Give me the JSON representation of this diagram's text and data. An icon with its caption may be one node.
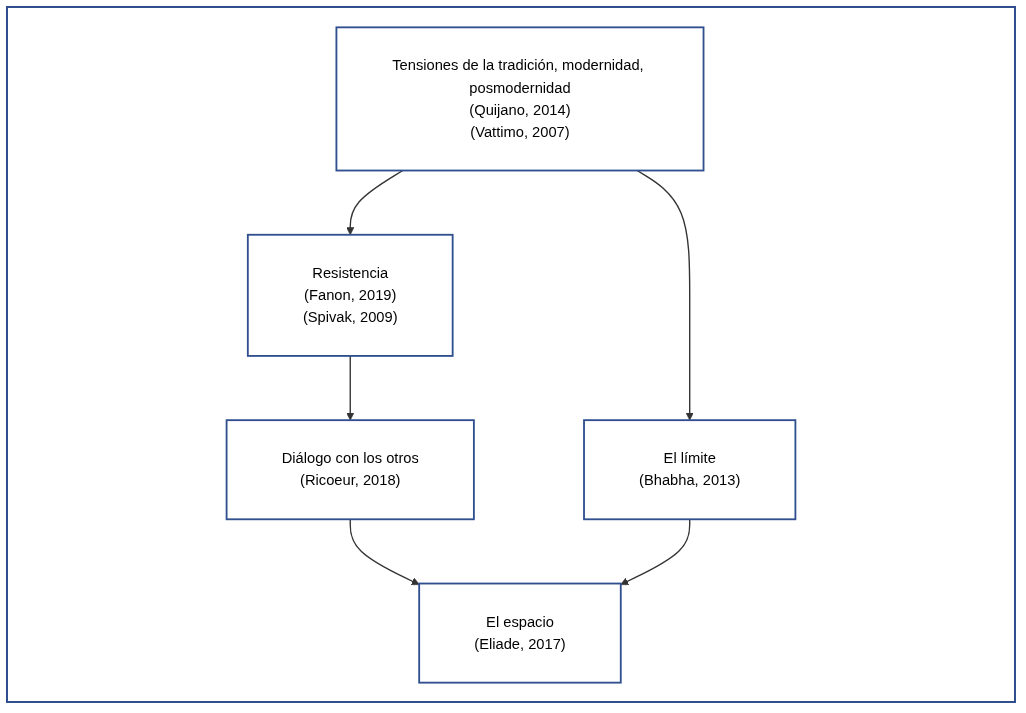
{
  "diagram": {
    "nodes": [
      {
        "text": [
          "Tensiones de la tradición, modernidad, posmodernidad",
          "(Quijano, 2014)",
          "(Vattimo, 2007)"
        ]
      },
      {
        "text": [
          "Resistencia",
          "(Fanon, 2019)",
          "(Spivak, 2009)"
        ]
      },
      {
        "text": [
          "Diálogo con los otros",
          "(Ricoeur, 2018)"
        ]
      },
      {
        "text": [
          "El límite",
          "(Bhabha, 2013)"
        ]
      },
      {
        "text": [
          "El espacio",
          "(Eliade, 2017)"
        ]
      }
    ],
    "edges": [
      {
        "from": 0,
        "to": 1,
        "arrow": "to"
      },
      {
        "from": 1,
        "to": 2,
        "arrow": "to"
      },
      {
        "from": 0,
        "to": 3,
        "arrow": "to"
      },
      {
        "from": 2,
        "to": 4,
        "arrow": "to"
      },
      {
        "from": 3,
        "to": 4,
        "arrow": "to"
      }
    ]
  }
}
